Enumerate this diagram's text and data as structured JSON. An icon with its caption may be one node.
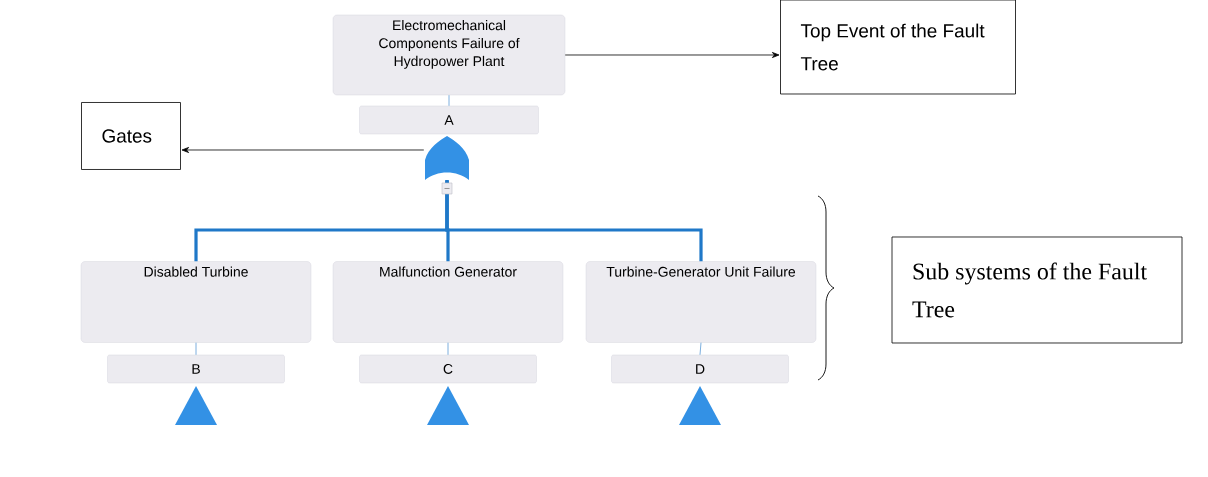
{
  "diagram": {
    "nodes": [
      {
        "text": [
          "Electromechanical Components Failure of Hydropower Plant"
        ]
      },
      {
        "text": [
          "A"
        ]
      },
      {
        "text": [],
        "shape": "gate"
      },
      {
        "text": [
          "Top Event of the Fault Tree"
        ]
      },
      {
        "text": [
          "Gates"
        ]
      },
      {
        "text": [
          "Disabled Turbine"
        ]
      },
      {
        "text": [
          "Malfunction Generator"
        ]
      },
      {
        "text": [
          "Turbine-Generator Unit Failure"
        ]
      },
      {
        "text": [
          "B"
        ]
      },
      {
        "text": [
          "C"
        ]
      },
      {
        "text": [
          "D"
        ]
      },
      {
        "text": [],
        "shape": "triangle"
      },
      {
        "text": [],
        "shape": "triangle"
      },
      {
        "text": [],
        "shape": "triangle"
      },
      {
        "text": [
          "Sub systems of the Fault Tree"
        ]
      }
    ],
    "edges": [
      {
        "from": 0,
        "to": 1,
        "arrow": "none"
      },
      {
        "from": 0,
        "to": 3,
        "arrow": "to",
        "color": "#000000"
      },
      {
        "from": 2,
        "to": 4,
        "arrow": "to",
        "color": "#000000"
      },
      {
        "from": 2,
        "to": 5,
        "arrow": "none",
        "style": "thick",
        "color": "#1f78c8"
      },
      {
        "from": 2,
        "to": 6,
        "arrow": "none",
        "style": "thick",
        "color": "#1f78c8"
      },
      {
        "from": 2,
        "to": 7,
        "arrow": "none",
        "style": "thick",
        "color": "#1f78c8"
      },
      {
        "from": 5,
        "to": 8,
        "arrow": "none"
      },
      {
        "from": 6,
        "to": 9,
        "arrow": "none"
      },
      {
        "from": 7,
        "to": 10,
        "arrow": "none"
      }
    ]
  }
}
